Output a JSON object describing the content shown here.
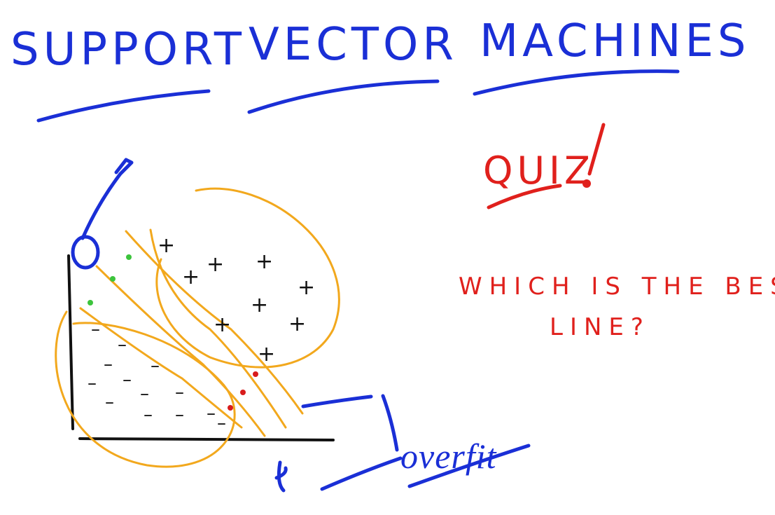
{
  "title": {
    "word1": "SUPPORT",
    "word2": "VECTOR",
    "word3": "MACHINES"
  },
  "quiz": {
    "label": "QUIZ",
    "bang": "!"
  },
  "question": {
    "line1": "WHICH IS THE BEST",
    "line2": "LINE?"
  },
  "annotation": {
    "overfit": "overfit"
  },
  "symbols": {
    "plus": "+",
    "minus": "–"
  },
  "colors": {
    "title": "#1a2fd6",
    "quiz": "#e0201c",
    "boundary": "#f2a81d",
    "axis": "#111111",
    "support_green": "#3cc43c",
    "support_red": "#d81c1c"
  }
}
